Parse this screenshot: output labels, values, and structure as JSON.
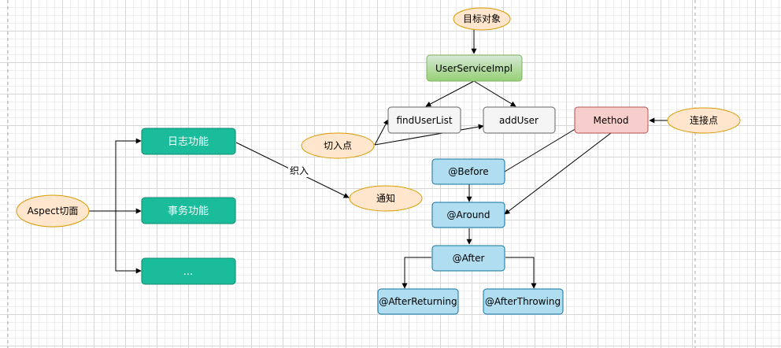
{
  "diagram": {
    "nodes": {
      "target_object": "目标对象",
      "user_service_impl": "UserServiceImpl",
      "find_user_list": "findUserList",
      "add_user": "addUser",
      "method": "Method",
      "join_point": "连接点",
      "pointcut": "切入点",
      "log_feature": "日志功能",
      "transaction_feature": "事务功能",
      "more": "...",
      "aspect": "Aspect切面",
      "advice": "通知",
      "before": "@Before",
      "around": "@Around",
      "after": "@After",
      "after_returning": "@AfterReturning",
      "after_throwing": "@AfterThrowing"
    },
    "edge_labels": {
      "weave": "织入"
    },
    "colors": {
      "yellow_fill": "#ffe6cc",
      "yellow_stroke": "#d79b00",
      "green_fill": "#a9d08e",
      "green_stroke": "#82b366",
      "gray_fill": "#f5f5f5",
      "gray_stroke": "#666666",
      "red_fill": "#f8cecc",
      "red_stroke": "#b85450",
      "teal_fill": "#1bbc9b",
      "teal_stroke": "#0e8a6e",
      "blue_fill": "#b1ddf0",
      "blue_stroke": "#10739e"
    }
  }
}
